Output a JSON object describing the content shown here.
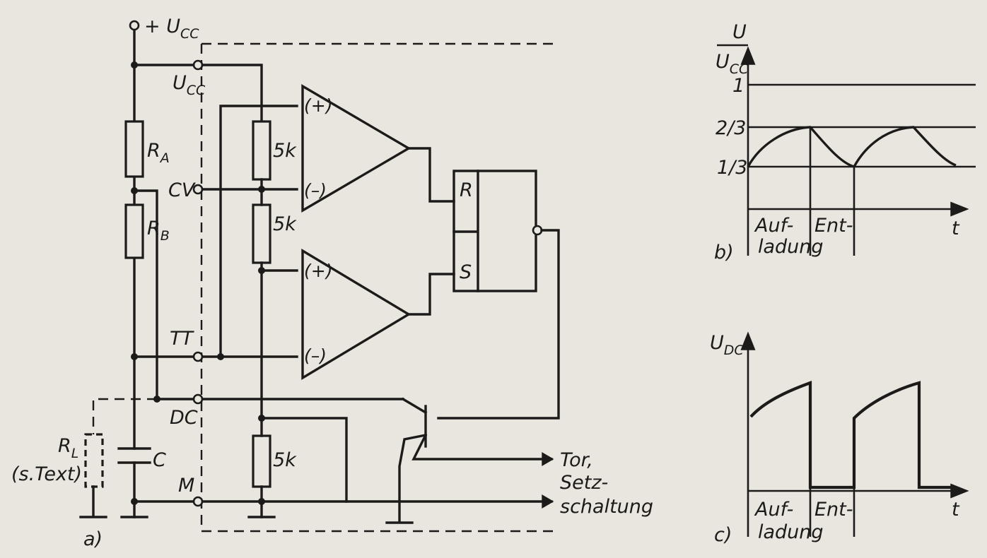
{
  "circuit": {
    "supply_label": "+ U",
    "supply_sub": "CC",
    "pins": [
      {
        "id": "ucc",
        "label": "U",
        "sub": "CC"
      },
      {
        "id": "cv",
        "label": "CV"
      },
      {
        "id": "tt",
        "label": "TT"
      },
      {
        "id": "dc",
        "label": "DC"
      },
      {
        "id": "m",
        "label": "M"
      }
    ],
    "components": {
      "ra": {
        "label": "R",
        "sub": "A"
      },
      "rb": {
        "label": "R",
        "sub": "B"
      },
      "rl": {
        "label": "R",
        "sub": "L"
      },
      "rl_note": "(s.Text)",
      "c": "C",
      "r_divider": [
        "5k",
        "5k",
        "5k"
      ]
    },
    "comparator_inputs": {
      "plus": "(+)",
      "minus": "(–)"
    },
    "flipflop": {
      "r": "R",
      "s": "S"
    },
    "output_label_1": "Tor,",
    "output_label_2": "Setz-",
    "output_label_3": "schaltung",
    "panel_label": "a)"
  },
  "graph_b": {
    "panel_label": "b)",
    "y_label_num": "U",
    "y_label_den": "U",
    "y_label_den_sub": "CC",
    "ticks": [
      "1",
      "2/3",
      "1/3"
    ],
    "x_label": "t",
    "phase_1a": "Auf-",
    "phase_1b": "ladung",
    "phase_2": "Ent-"
  },
  "graph_c": {
    "panel_label": "c)",
    "y_label": "U",
    "y_label_sub": "DC",
    "x_label": "t",
    "phase_1a": "Auf-",
    "phase_1b": "ladung",
    "phase_2": "Ent-"
  }
}
